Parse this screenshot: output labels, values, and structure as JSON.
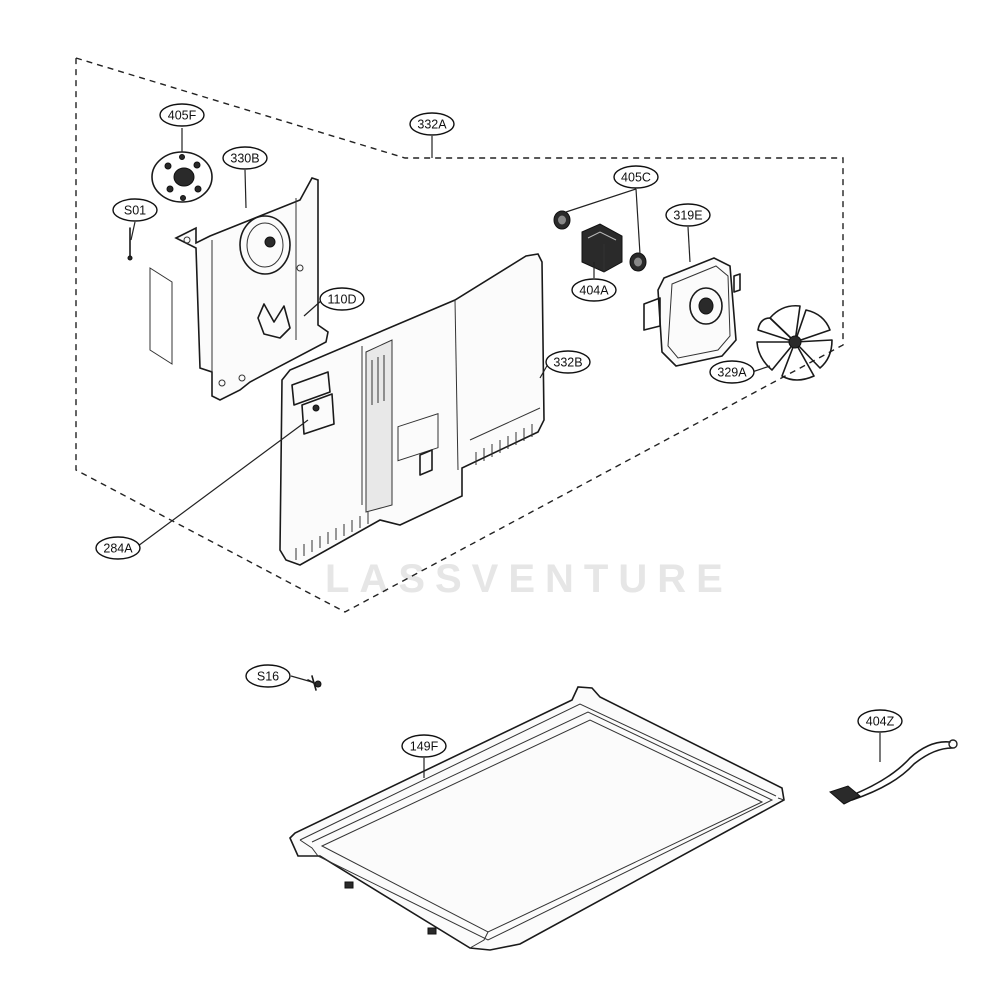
{
  "diagram": {
    "watermark": "LASSVENTURE",
    "group_label": "332A",
    "callouts": [
      {
        "id": "405F",
        "text": "405F"
      },
      {
        "id": "330B",
        "text": "330B"
      },
      {
        "id": "S01",
        "text": "S01"
      },
      {
        "id": "332A",
        "text": "332A"
      },
      {
        "id": "405C",
        "text": "405C"
      },
      {
        "id": "319E",
        "text": "319E"
      },
      {
        "id": "404A",
        "text": "404A"
      },
      {
        "id": "110D",
        "text": "110D"
      },
      {
        "id": "332B",
        "text": "332B"
      },
      {
        "id": "329A",
        "text": "329A"
      },
      {
        "id": "284A",
        "text": "284A"
      },
      {
        "id": "S16",
        "text": "S16"
      },
      {
        "id": "149F",
        "text": "149F"
      },
      {
        "id": "404Z",
        "text": "404Z"
      }
    ]
  }
}
